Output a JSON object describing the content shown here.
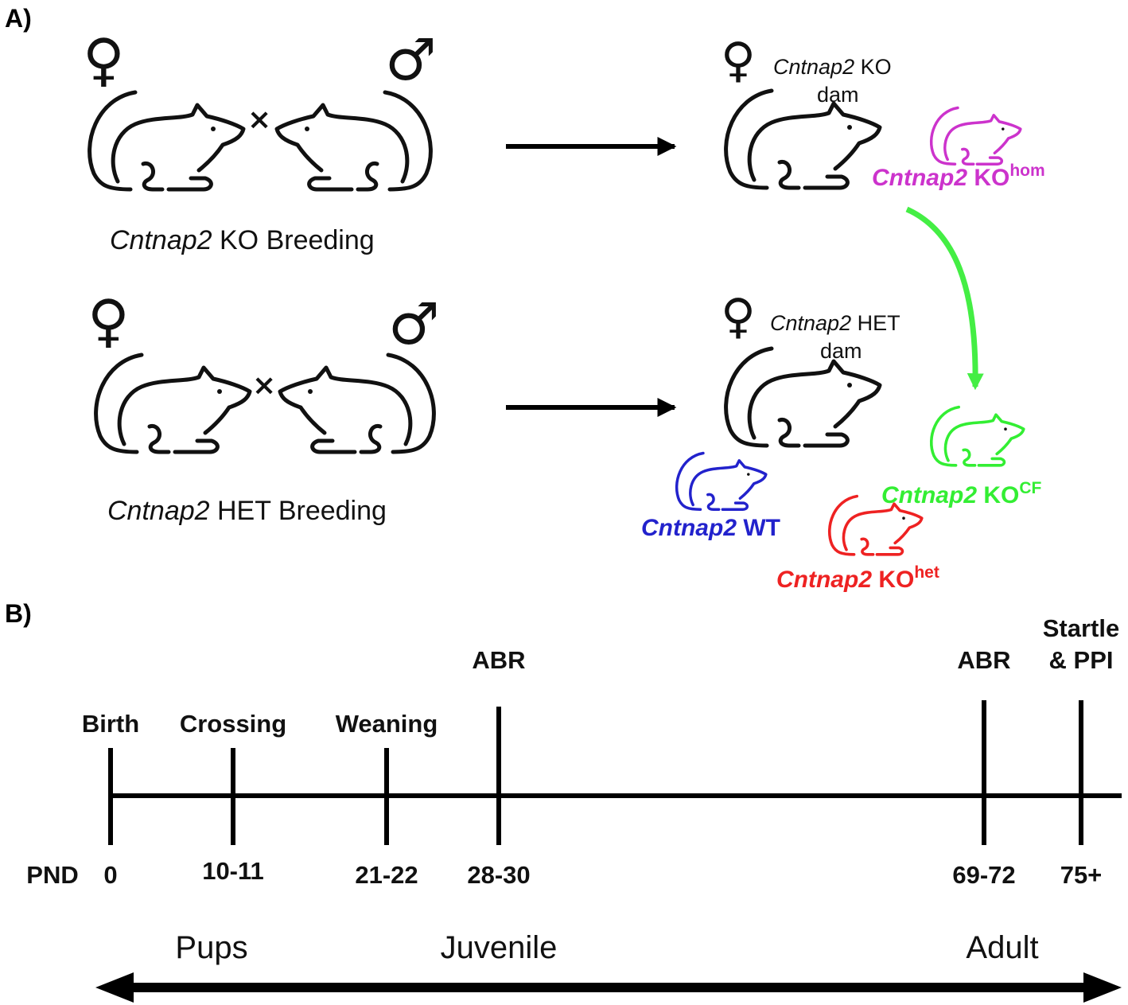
{
  "panels": {
    "a": "A)",
    "b": "B)"
  },
  "symbols": {
    "female": "♀",
    "male": "♂",
    "cross": "×"
  },
  "breeding": {
    "ko": {
      "gene": "Cntnap2",
      "label": " KO Breeding"
    },
    "het": {
      "gene": "Cntnap2",
      "label": " HET Breeding"
    }
  },
  "dams": {
    "ko": {
      "gene": "Cntnap2",
      "type": " KO",
      "word": "dam"
    },
    "het": {
      "gene": "Cntnap2",
      "type": " HET",
      "word": "dam"
    }
  },
  "genotypes": {
    "ko_hom": {
      "gene": "Cntnap2",
      "base": " KO",
      "sup": "hom",
      "color": "#cc33cc"
    },
    "ko_cf": {
      "gene": "Cntnap2",
      "base": " KO",
      "sup": "CF",
      "color": "#33ee33"
    },
    "wt": {
      "gene": "Cntnap2",
      "base": " WT",
      "sup": "",
      "color": "#2222cc"
    },
    "ko_het": {
      "gene": "Cntnap2",
      "base": " KO",
      "sup": "het",
      "color": "#ee2222"
    }
  },
  "cross_foster_arrow_color": "#44ee44",
  "timeline": {
    "pnd_label": "PND",
    "events": [
      {
        "label": "Birth",
        "pnd": "0"
      },
      {
        "label": "Crossing",
        "pnd": "10-11"
      },
      {
        "label": "Weaning",
        "pnd": "21-22"
      },
      {
        "label": "ABR",
        "pnd": "28-30"
      },
      {
        "label": "ABR",
        "pnd": "69-72"
      },
      {
        "label1": "Startle",
        "label2": "& PPI",
        "pnd": "75+"
      }
    ],
    "phases": [
      "Pups",
      "Juvenile",
      "Adult"
    ]
  }
}
